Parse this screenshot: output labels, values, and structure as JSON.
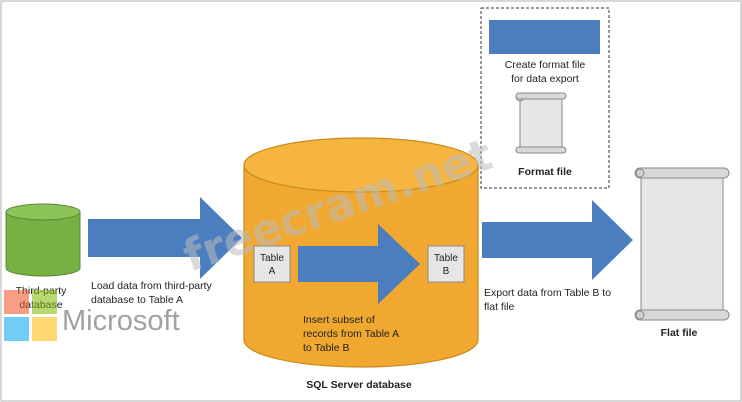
{
  "colors": {
    "arrow": "#4a7ebf",
    "db_body": "#f0a830",
    "db_top": "#f5b53f",
    "db_stroke": "#c88a1e",
    "green_db": "#77b043",
    "green_db_top": "#8cc45a",
    "format_bar": "#4a7ebf",
    "scroll_fill": "#e6e6e6",
    "scroll_stroke": "#8a8a8a",
    "ms_red": "#f25022",
    "ms_green": "#7fba00",
    "ms_blue": "#00a4ef",
    "ms_yellow": "#ffb900"
  },
  "icons": {
    "source_db": "cylinder-icon",
    "format_file": "scroll-icon",
    "flat_file": "scroll-icon",
    "logo": "microsoft-logo"
  },
  "nodes": {
    "third_party_db": {
      "line1": "Third-party",
      "line2": "database"
    },
    "sql_server": {
      "label": "SQL Server database"
    },
    "table_a": {
      "line1": "Table",
      "line2": "A"
    },
    "table_b": {
      "line1": "Table",
      "line2": "B"
    },
    "format_file": {
      "caption_line1": "Create format file",
      "caption_line2": "for data export",
      "label": "Format file"
    },
    "flat_file": {
      "label": "Flat file"
    }
  },
  "edges": {
    "load": {
      "line1": "Load data from third-party",
      "line2": "database to Table A"
    },
    "insert": {
      "line1": "Insert subset of",
      "line2": "records from Table A",
      "line3": "to Table B"
    },
    "export": {
      "line1": "Export data from Table B to",
      "line2": "flat file"
    }
  },
  "watermark": {
    "brand": "Microsoft",
    "overlay": "freecram.net"
  }
}
